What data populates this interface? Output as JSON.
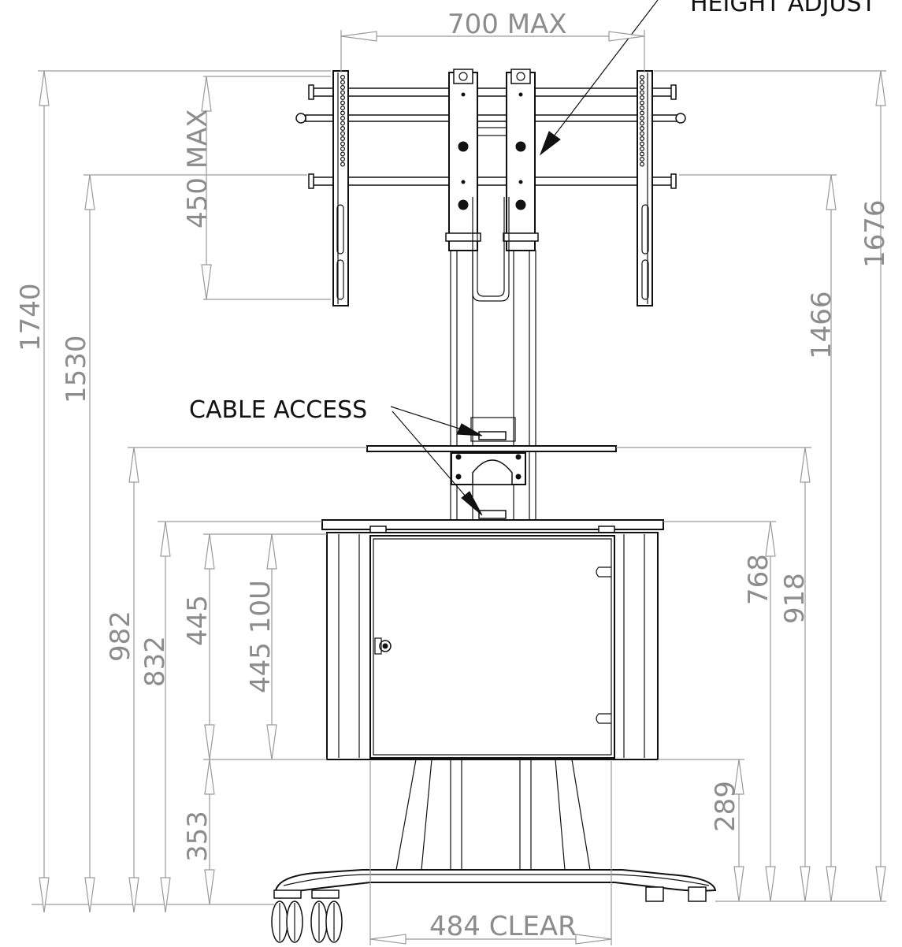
{
  "labels": {
    "width_max": "700 MAX",
    "height_adjust_partial": "HEIGHT ADJUST",
    "cable_access": "CABLE ACCESS",
    "clear_width": "484 CLEAR"
  },
  "dimensions": {
    "overall_height": "1740",
    "bracket_top_height": "1676",
    "panel_max": "450 MAX",
    "upper_bar_height": "1530",
    "upper_bar_right": "1466",
    "upper_shelf_height": "982",
    "upper_shelf_right": "918",
    "lower_shelf_height": "832",
    "lower_shelf_right": "768",
    "cabinet_height": "445",
    "rack_units": "445 10U",
    "cabinet_base_height": "353",
    "cabinet_base_right": "289"
  }
}
